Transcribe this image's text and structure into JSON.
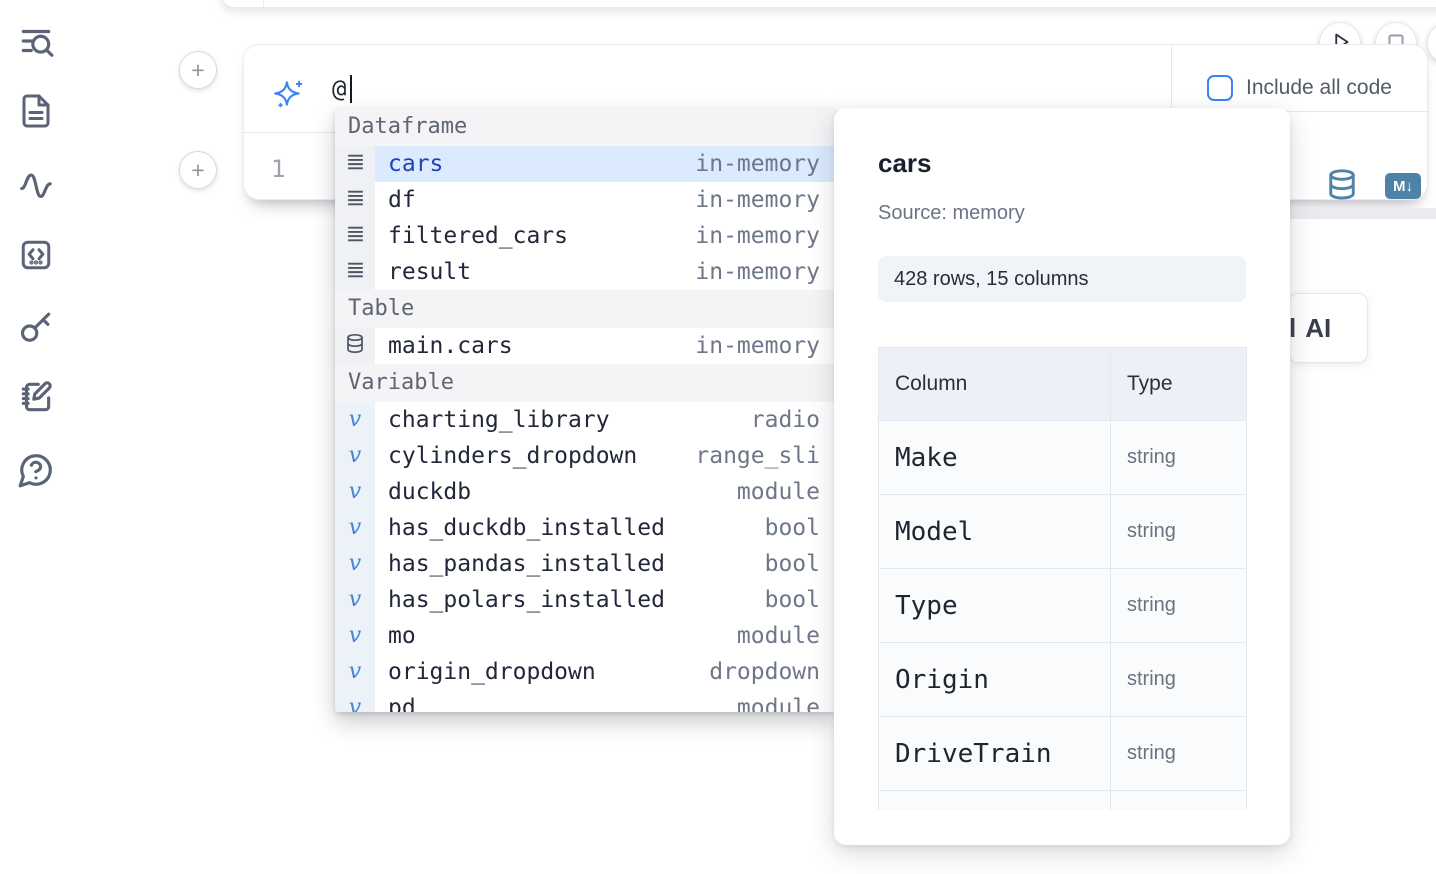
{
  "accent_colors": {
    "blue": "#3c83f6",
    "steel_blue": "#4e82a6",
    "selection_bg": "#dbeafe",
    "selected_text": "#1e44b0"
  },
  "sidebar": {
    "items": [
      {
        "icon": "list-search-icon"
      },
      {
        "icon": "file-text-icon"
      },
      {
        "icon": "activity-icon"
      },
      {
        "icon": "code-snippets-icon"
      },
      {
        "icon": "key-icon"
      },
      {
        "icon": "notebook-pen-icon"
      },
      {
        "icon": "help-chat-icon"
      }
    ]
  },
  "run_controls": {
    "play_icon": "play-icon",
    "stop_icon": "stop-icon"
  },
  "cell": {
    "ai_prompt": {
      "icon": "sparkles-icon",
      "value": "@"
    },
    "include_all_code": {
      "label": "Include all code",
      "checked": false
    },
    "line_number": "1",
    "actions": {
      "database_icon": "database-icon",
      "markdown_badge": "M↓"
    }
  },
  "add_cell_buttons": {
    "label": "+"
  },
  "autocomplete": {
    "sections": [
      {
        "label": "Dataframe",
        "items": [
          {
            "name": "cars",
            "type": "in-memory",
            "icon": "dataframe-icon",
            "selected": true
          },
          {
            "name": "df",
            "type": "in-memory",
            "icon": "dataframe-icon"
          },
          {
            "name": "filtered_cars",
            "type": "in-memory",
            "icon": "dataframe-icon"
          },
          {
            "name": "result",
            "type": "in-memory",
            "icon": "dataframe-icon"
          }
        ]
      },
      {
        "label": "Table",
        "items": [
          {
            "name": "main.cars",
            "type": "in-memory",
            "icon": "table-database-icon"
          }
        ]
      },
      {
        "label": "Variable",
        "items": [
          {
            "name": "charting_library",
            "type": "radio",
            "icon": "variable-icon"
          },
          {
            "name": "cylinders_dropdown",
            "type": "range_sli",
            "icon": "variable-icon"
          },
          {
            "name": "duckdb",
            "type": "module",
            "icon": "variable-icon"
          },
          {
            "name": "has_duckdb_installed",
            "type": "bool",
            "icon": "variable-icon"
          },
          {
            "name": "has_pandas_installed",
            "type": "bool",
            "icon": "variable-icon"
          },
          {
            "name": "has_polars_installed",
            "type": "bool",
            "icon": "variable-icon"
          },
          {
            "name": "mo",
            "type": "module",
            "icon": "variable-icon"
          },
          {
            "name": "origin_dropdown",
            "type": "dropdown",
            "icon": "variable-icon"
          },
          {
            "name": "pd",
            "type": "module",
            "icon": "variable-icon",
            "clipped": true
          }
        ]
      }
    ]
  },
  "preview_panel": {
    "title": "cars",
    "source": "Source: memory",
    "shape": "428 rows, 15 columns",
    "table": {
      "headers": [
        "Column",
        "Type"
      ],
      "rows": [
        [
          "Make",
          "string"
        ],
        [
          "Model",
          "string"
        ],
        [
          "Type",
          "string"
        ],
        [
          "Origin",
          "string"
        ],
        [
          "DriveTrain",
          "string"
        ]
      ],
      "partial_row": true
    }
  },
  "ai_card": {
    "clipped_text": "l",
    "label": "AI"
  }
}
